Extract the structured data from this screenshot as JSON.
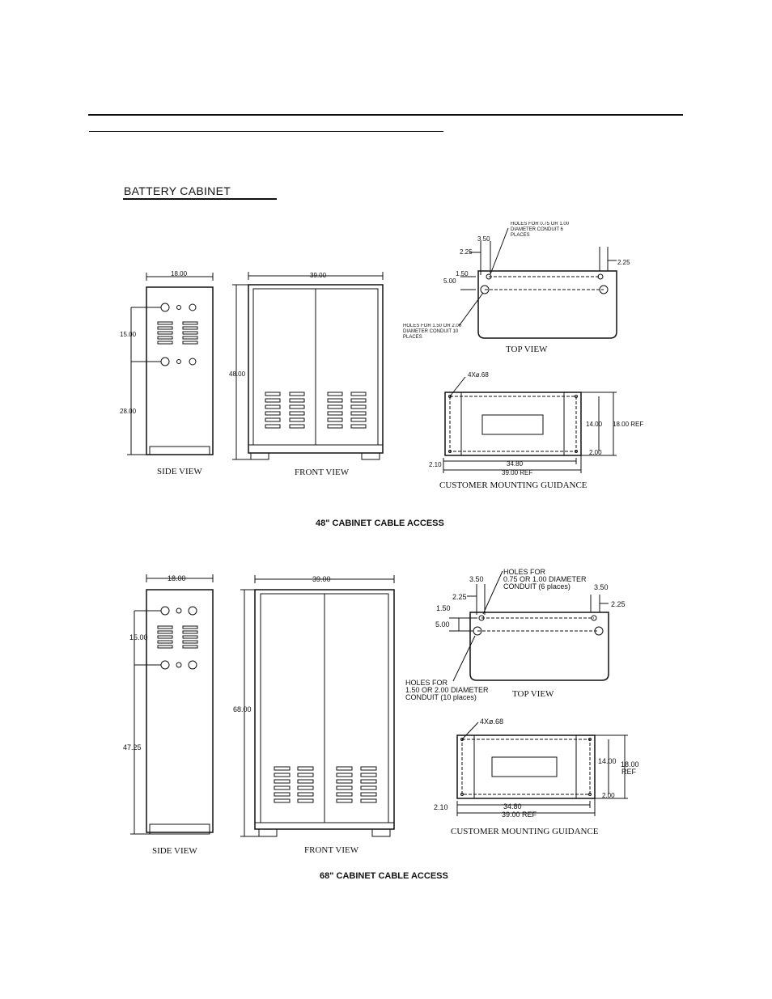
{
  "section_title": "BATTERY CABINET",
  "cab48": {
    "caption": "48\" CABINET CABLE ACCESS",
    "side_view_label": "SIDE VIEW",
    "front_view_label": "FRONT VIEW",
    "top_view_label": "TOP VIEW",
    "mounting_label": "CUSTOMER MOUNTING GUIDANCE",
    "side_width": "18.00",
    "side_h1": "15.00",
    "side_h2": "28.00",
    "front_width": "39.00",
    "front_height": "48.00",
    "top_d1": "3.50",
    "top_d2": "2.25",
    "top_d3": "1.50",
    "top_d4": "5.00",
    "top_d5": "2.25",
    "holes_small": "HOLES FOR 0.75 OR 1.00 DIAMETER CONDUIT 6 PLACES",
    "holes_large": "HOLES FOR 1.50 OR 2.00 DIAMETER CONDUIT 10 PLACES",
    "mount_holes": "4Xø.68",
    "mount_14": "14.00",
    "mount_ref": "18.00 REF",
    "mount_210": "2.10",
    "mount_3480": "34.80",
    "mount_3900": "39.00 REF",
    "mount_200": "2.00"
  },
  "cab68": {
    "caption": "68\" CABINET CABLE ACCESS",
    "side_view_label": "SIDE VIEW",
    "front_view_label": "FRONT VIEW",
    "top_view_label": "TOP VIEW",
    "mounting_label": "CUSTOMER MOUNTING GUIDANCE",
    "side_width": "18.00",
    "side_h1": "15.00",
    "side_h2": "47.25",
    "front_width": "39.00",
    "front_height": "68.00",
    "top_d1": "3.50",
    "top_d1b": "3.50",
    "top_d2": "2.25",
    "top_d3": "1.50",
    "top_d4": "5.00",
    "top_d5": "2.25",
    "holes_small_1": "HOLES FOR",
    "holes_small_2": "0.75 OR 1.00 DIAMETER",
    "holes_small_3": "CONDUIT (6 places)",
    "holes_large_1": "HOLES FOR",
    "holes_large_2": "1.50 OR 2.00 DIAMETER",
    "holes_large_3": "CONDUIT (10 places)",
    "mount_holes": "4Xø.68",
    "mount_14": "14.00",
    "mount_ref_1": "18.00",
    "mount_ref_2": "REF",
    "mount_210": "2.10",
    "mount_3480": "34.80",
    "mount_3900": "39.00 REF",
    "mount_200": "2.00"
  }
}
